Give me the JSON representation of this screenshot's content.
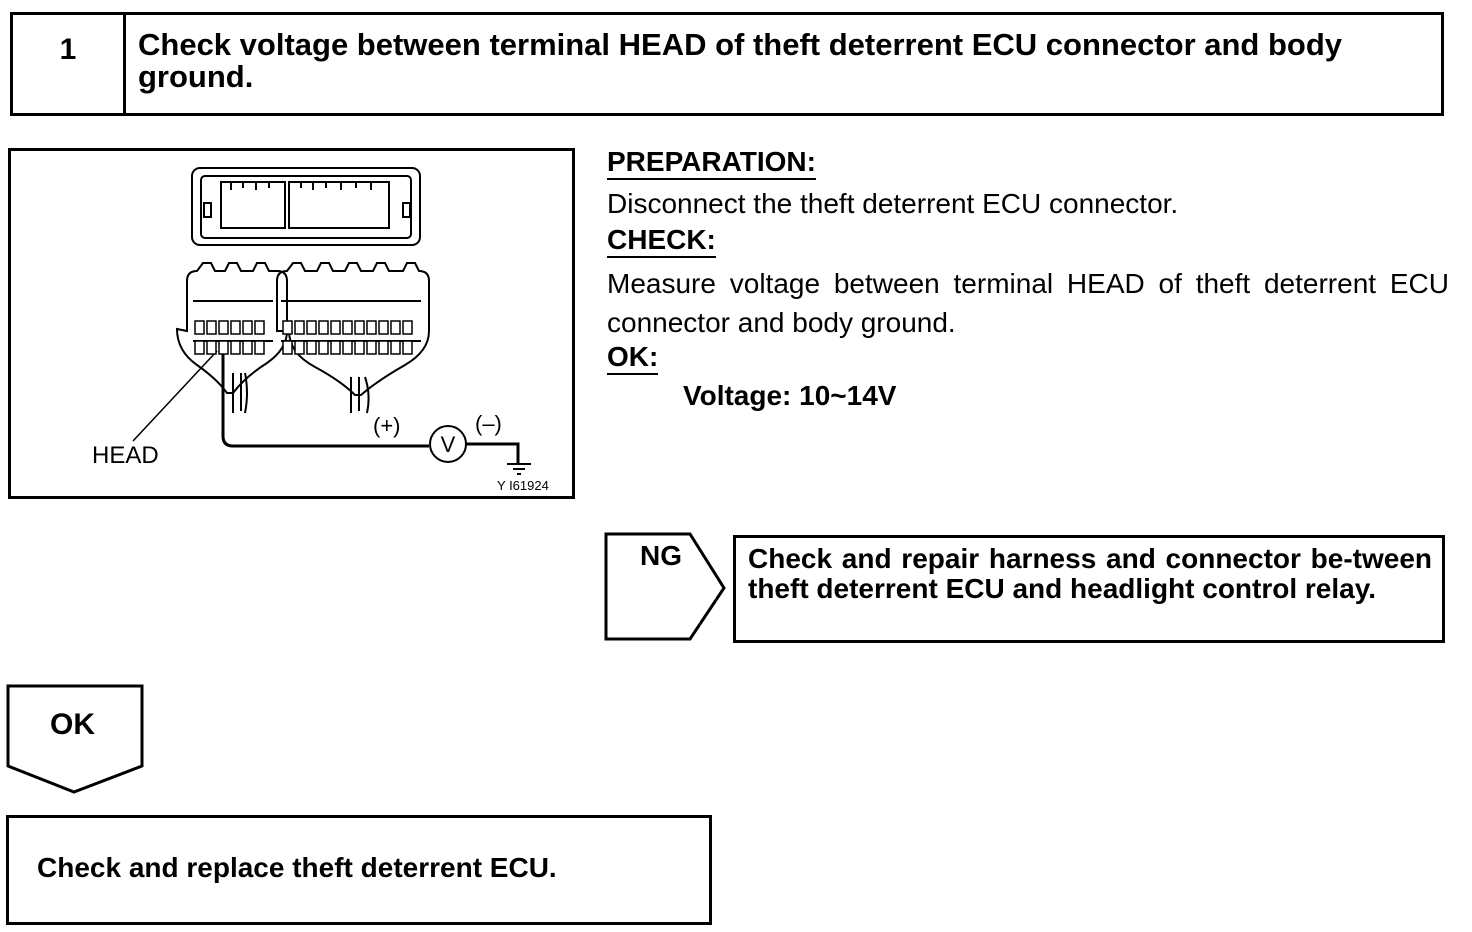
{
  "step": {
    "number": "1",
    "title": "Check voltage between terminal HEAD of theft deterrent ECU connector and body ground."
  },
  "diagram": {
    "terminal_label": "HEAD",
    "plus_label": "(+)",
    "minus_label": "(–)",
    "meter_symbol": "V",
    "figure_id": "I61924",
    "figure_prefix": "Y"
  },
  "preparation": {
    "heading": "PREPARATION:",
    "text": "Disconnect the theft deterrent ECU connector."
  },
  "check": {
    "heading": "CHECK:",
    "text": "Measure voltage between terminal HEAD of theft deterrent ECU connector and body ground."
  },
  "ok_spec": {
    "heading": "OK:",
    "value": "Voltage: 10~14V"
  },
  "ng_branch": {
    "label": "NG",
    "action": "Check and repair harness and connector be-tween theft deterrent ECU and headlight control relay."
  },
  "ok_branch": {
    "label": "OK",
    "action": "Check and replace theft deterrent ECU."
  }
}
